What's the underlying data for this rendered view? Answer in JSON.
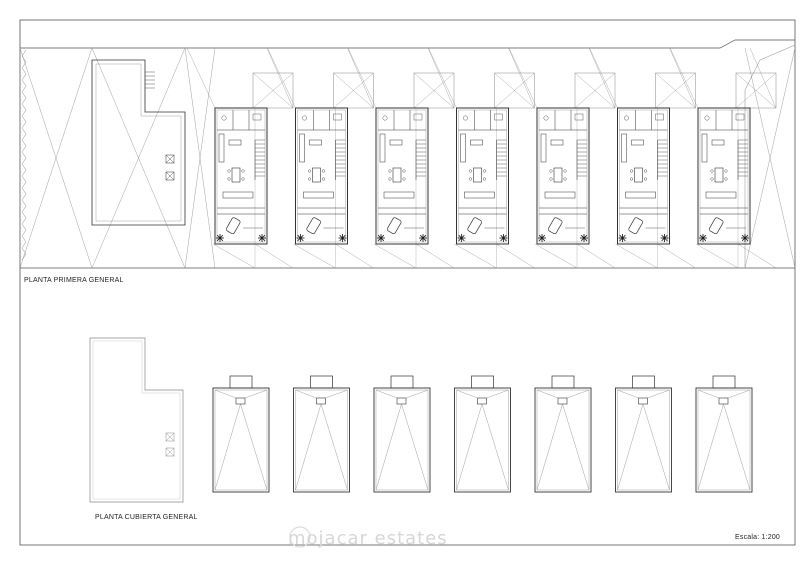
{
  "labels": {
    "first_floor": "PLANTA PRIMERA GENERAL",
    "roof": "PLANTA CUBIERTA GENERAL",
    "scale": "Escala: 1:200"
  },
  "watermark": "mojacar estates",
  "units_count": 7,
  "colors": {
    "line": "#333333",
    "light": "#888888",
    "frame": "#555555"
  }
}
